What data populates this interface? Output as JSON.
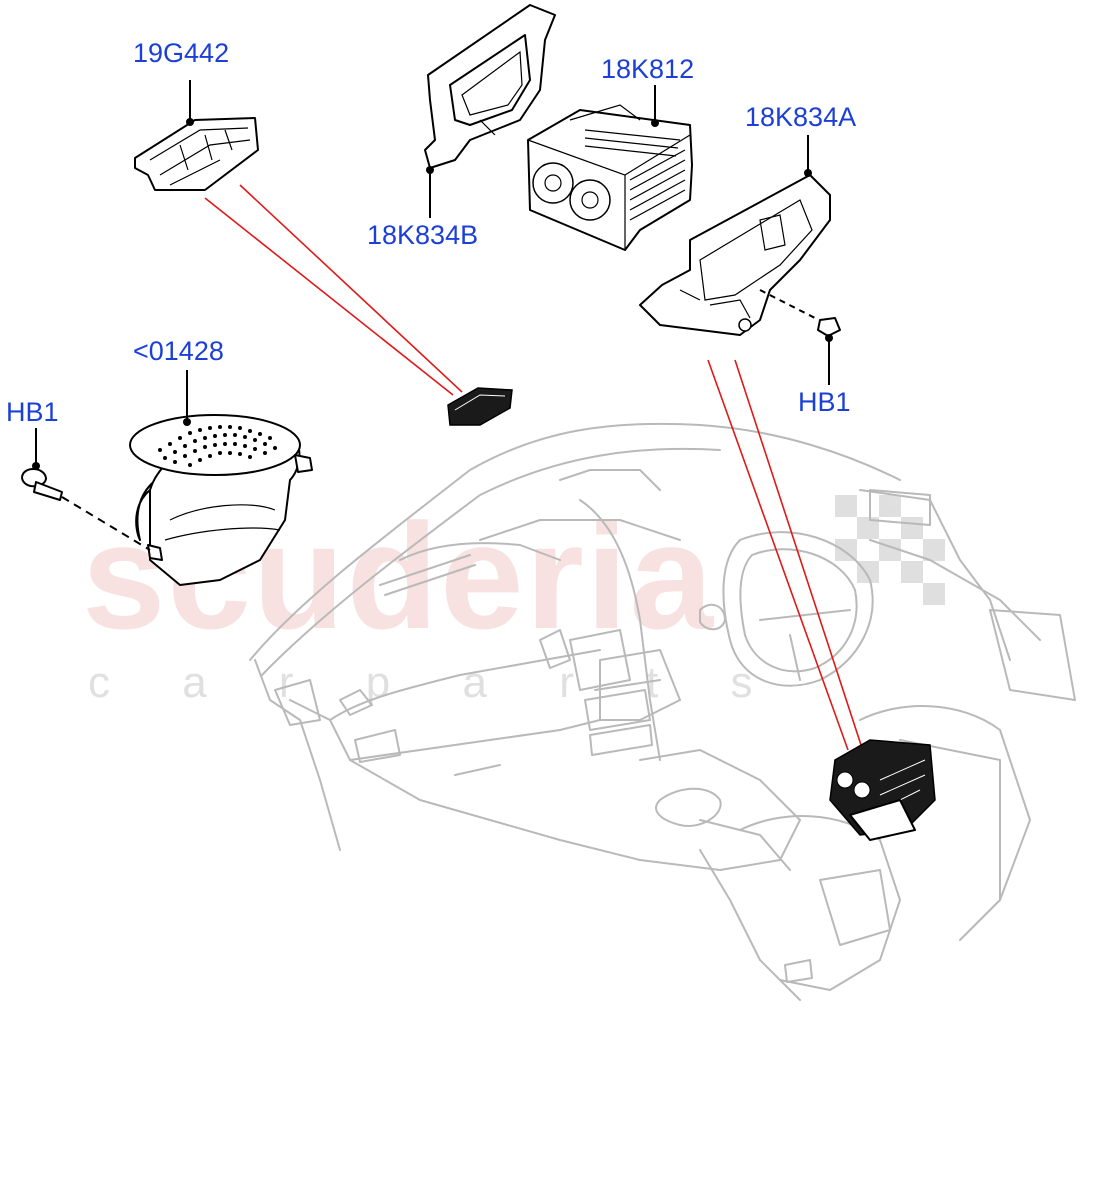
{
  "watermark": {
    "main": "scuderia",
    "sub": "c a r p a r t s"
  },
  "callouts": [
    {
      "id": "19G442",
      "label": "19G442"
    },
    {
      "id": "18K834B",
      "label": "18K834B"
    },
    {
      "id": "18K812",
      "label": "18K812"
    },
    {
      "id": "18K834A",
      "label": "18K834A"
    },
    {
      "id": "01428",
      "label": "<01428"
    },
    {
      "id": "HB1-left",
      "label": "HB1"
    },
    {
      "id": "HB1-right",
      "label": "HB1"
    }
  ],
  "colors": {
    "callout_text": "#1c3fd6",
    "leader_line": "#000000",
    "pointer_line": "#e01919",
    "car_outline": "#b9b9b9",
    "watermark": "#f3c9c9"
  }
}
